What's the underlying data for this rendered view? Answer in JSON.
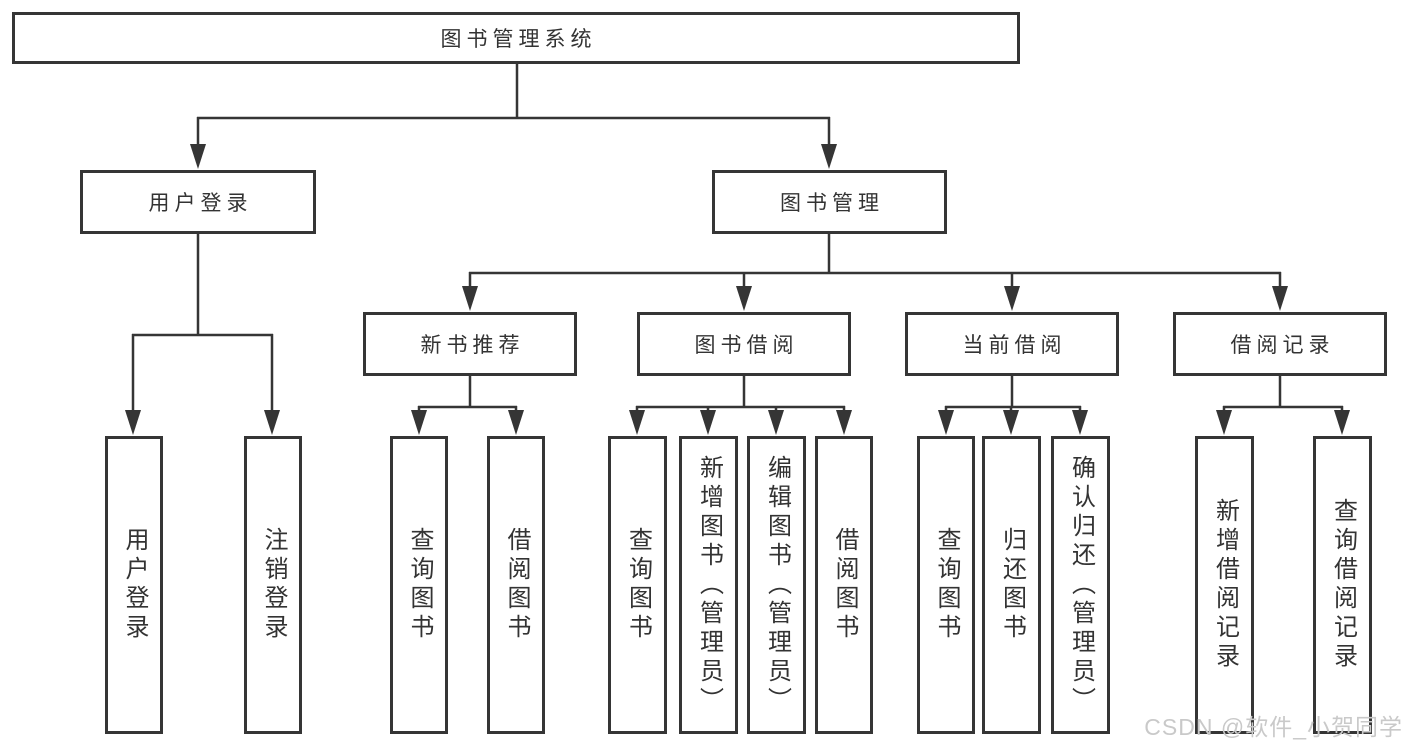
{
  "tree": {
    "label": "图书管理系统",
    "children": [
      {
        "label": "用户登录",
        "children": [
          {
            "label": "用户登录"
          },
          {
            "label": "注销登录"
          }
        ]
      },
      {
        "label": "图书管理",
        "children": [
          {
            "label": "新书推荐",
            "children": [
              {
                "label": "查询图书"
              },
              {
                "label": "借阅图书"
              }
            ]
          },
          {
            "label": "图书借阅",
            "children": [
              {
                "label": "查询图书"
              },
              {
                "label": "新增图书（管理员）"
              },
              {
                "label": "编辑图书（管理员）"
              },
              {
                "label": "借阅图书"
              }
            ]
          },
          {
            "label": "当前借阅",
            "children": [
              {
                "label": "查询图书"
              },
              {
                "label": "归还图书"
              },
              {
                "label": "确认归还（管理员）"
              }
            ]
          },
          {
            "label": "借阅记录",
            "children": [
              {
                "label": "新增借阅记录"
              },
              {
                "label": "查询借阅记录"
              }
            ]
          }
        ]
      }
    ]
  },
  "watermark": {
    "text": "CSDN @软件_小贺同学"
  },
  "colors": {
    "line": "#353535",
    "box_border": "#353535",
    "text": "#333333",
    "watermark": "#c9c9c9",
    "background": "#ffffff"
  }
}
